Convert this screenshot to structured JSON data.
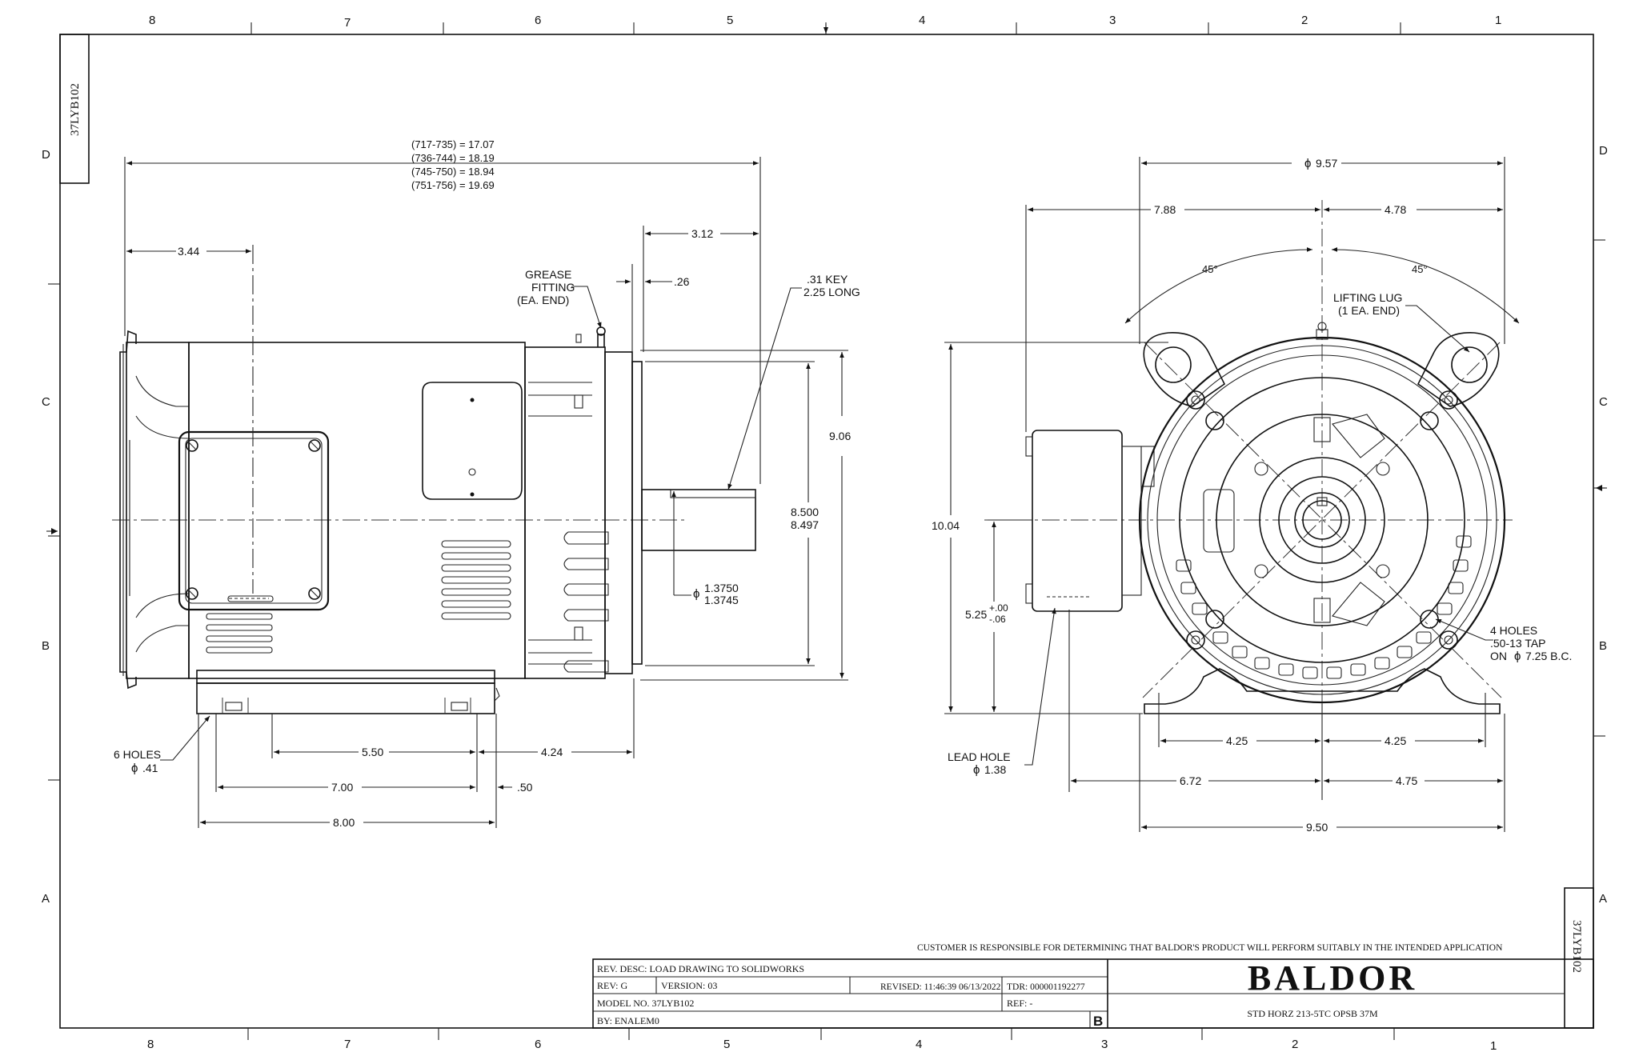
{
  "border": {
    "top_zones": [
      "8",
      "7",
      "6",
      "5",
      "4",
      "3",
      "2",
      "1"
    ],
    "bottom_zones": [
      "8",
      "7",
      "6",
      "5",
      "4",
      "3",
      "2",
      "1"
    ],
    "row_letters": [
      "D",
      "C",
      "B",
      "A"
    ]
  },
  "drawing_number": "37LYB102",
  "side_view": {
    "length_table": [
      "(717-735) = 17.07",
      "(736-744) = 18.19",
      "(745-750) = 18.94",
      "(751-756) = 19.69"
    ],
    "dims": {
      "d_344": "3.44",
      "d_312": "3.12",
      "d_026": ".26",
      "d_906": "9.06",
      "d_8500": "8.500",
      "d_8497": "8.497",
      "d_13750": "1.3750",
      "d_13745": "1.3745",
      "d_550": "5.50",
      "d_424": "4.24",
      "d_700": "7.00",
      "d_050": ".50",
      "d_800": "8.00"
    },
    "notes": {
      "grease_1": "GREASE",
      "grease_2": "FITTING",
      "grease_3": "(EA. END)",
      "key_1": ".31 KEY",
      "key_2": "2.25 LONG",
      "holes_1": "6 HOLES",
      "holes_2": ".41"
    }
  },
  "end_view": {
    "dims": {
      "d_957": "9.57",
      "d_788": "7.88",
      "d_478": "4.78",
      "a_left": "45°",
      "a_right": "45°",
      "d_1004": "10.04",
      "d_525": "5.25",
      "tol_plus": "+.00",
      "tol_minus": "-.06",
      "d_425a": "4.25",
      "d_425b": "4.25",
      "d_672": "6.72",
      "d_475": "4.75",
      "d_950": "9.50"
    },
    "notes": {
      "lug_1": "LIFTING LUG",
      "lug_2": "(1 EA. END)",
      "tap_1": "4 HOLES",
      "tap_2": ".50-13 TAP",
      "tap_3": "ON",
      "tap_4": "7.25 B.C.",
      "lead_1": "LEAD HOLE",
      "lead_2": "1.38"
    }
  },
  "disclaimer": "CUSTOMER IS RESPONSIBLE FOR DETERMINING THAT BALDOR'S PRODUCT WILL PERFORM SUITABLY IN THE INTENDED APPLICATION",
  "title_block": {
    "rev_desc": "REV. DESC: LOAD DRAWING TO SOLIDWORKS",
    "rev": "REV:  G",
    "version": "VERSION:  03",
    "revised": "REVISED:  11:46:39 06/13/2022",
    "tdr": "TDR: 000001192277",
    "model_no": "MODEL NO.  37LYB102",
    "ref": "REF:  -",
    "by": "BY: ENALEM0",
    "size": "B",
    "logo": "BALDOR",
    "description": "STD HORZ 213-5TC OPSB 37M"
  }
}
